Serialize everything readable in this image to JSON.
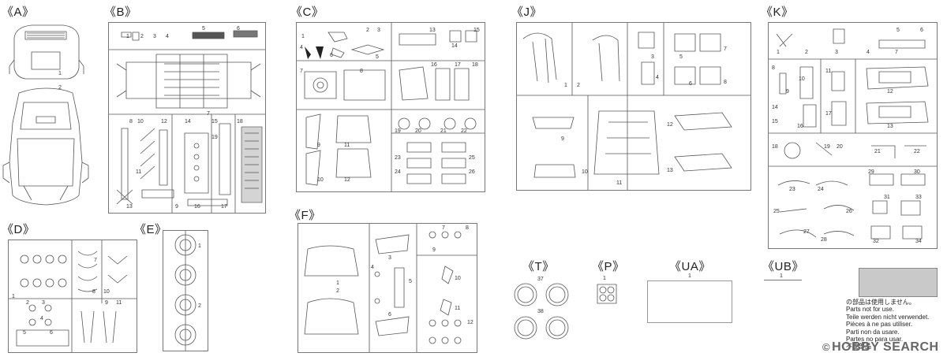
{
  "sheet_labels": {
    "A": "《A》",
    "B": "《B》",
    "C": "《C》",
    "J": "《J》",
    "K": "《K》",
    "D": "《D》",
    "E": "《E》",
    "F": "《F》",
    "T": "《T》",
    "P": "《P》",
    "UA": "《UA》",
    "UB": "《UB》"
  },
  "part_numbers": {
    "A": [
      "1",
      "2"
    ],
    "B": [
      "1",
      "2",
      "3",
      "4",
      "5",
      "6",
      "7",
      "8",
      "9",
      "10",
      "11",
      "12",
      "13",
      "14",
      "15",
      "16",
      "17",
      "18",
      "19"
    ],
    "C": [
      "1",
      "2",
      "3",
      "4",
      "5",
      "6",
      "7",
      "8",
      "9",
      "10",
      "11",
      "12",
      "13",
      "14",
      "15",
      "16",
      "17",
      "18",
      "19",
      "20",
      "21",
      "22",
      "23",
      "24",
      "25",
      "26"
    ],
    "J": [
      "1",
      "2",
      "3",
      "4",
      "5",
      "6",
      "7",
      "8",
      "9",
      "10",
      "11",
      "12",
      "13"
    ],
    "K": [
      "1",
      "2",
      "3",
      "4",
      "5",
      "6",
      "7",
      "8",
      "9",
      "10",
      "11",
      "12",
      "13",
      "14",
      "15",
      "16",
      "17",
      "18",
      "19",
      "20",
      "21",
      "22",
      "23",
      "24",
      "25",
      "26",
      "27",
      "28",
      "29",
      "30",
      "31",
      "32",
      "33",
      "34"
    ],
    "D": [
      "1",
      "2",
      "3",
      "4",
      "5",
      "6",
      "7",
      "8",
      "9",
      "10",
      "11"
    ],
    "E": [
      "1",
      "2"
    ],
    "F": [
      "1",
      "2",
      "3",
      "4",
      "5",
      "6",
      "7",
      "8",
      "9",
      "10",
      "11",
      "12"
    ],
    "T": [
      "37",
      "38"
    ],
    "P": [
      "1"
    ],
    "UA": [
      "1"
    ],
    "UB": [
      "1"
    ]
  },
  "not_used_notice": {
    "lines": [
      "の部品は使用しません。",
      "Parts not for use.",
      "Teile werden nicht verwendet.",
      "Pièces à ne pas utiliser.",
      "Parti non da usare.",
      "Partes no para usar.",
      "不要部品"
    ],
    "swatch_color": "#c9c9c9"
  },
  "watermark": {
    "symbol": "©",
    "text": "HOBBY SEARCH"
  }
}
